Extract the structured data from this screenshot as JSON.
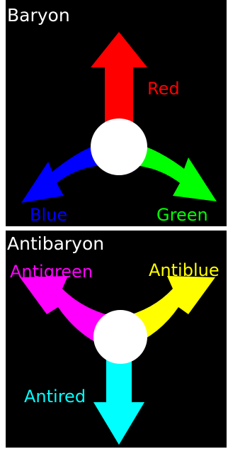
{
  "baryon": {
    "title": "Baryon",
    "arrows": [
      {
        "label": "Red",
        "color": "#ff0000"
      },
      {
        "label": "Blue",
        "color": "#0000ff"
      },
      {
        "label": "Green",
        "color": "#00ff00"
      }
    ]
  },
  "antibaryon": {
    "title": "Antibaryon",
    "arrows": [
      {
        "label": "Antigreen",
        "color": "#ff00ff"
      },
      {
        "label": "Antiblue",
        "color": "#ffff00"
      },
      {
        "label": "Antired",
        "color": "#00ffff"
      }
    ]
  },
  "colors": {
    "background": "#000000",
    "center": "#ffffff",
    "title": "#ffffff"
  }
}
